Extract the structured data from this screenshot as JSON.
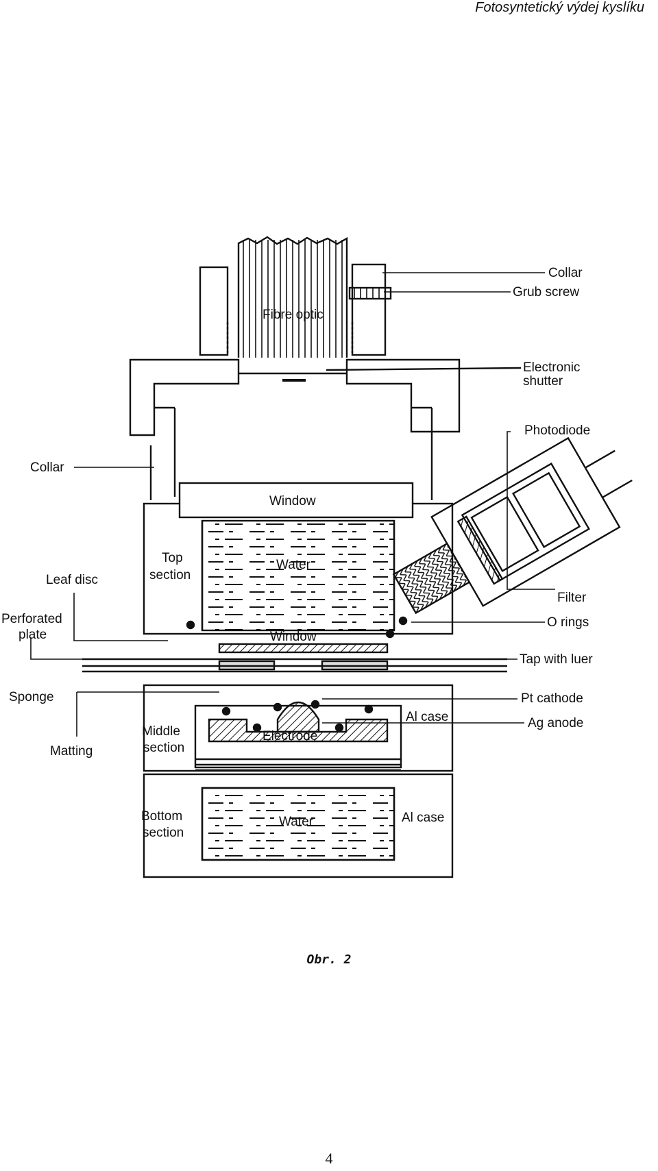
{
  "page": {
    "header": "Fotosyntetický výdej kyslíku",
    "caption": "Obr. 2",
    "page_number": "4"
  },
  "diagram": {
    "labels": {
      "collar_top": "Collar",
      "grub_screw": "Grub screw",
      "fibre_optic": "Fibre optic",
      "electronic": "Electronic",
      "shutter": "shutter",
      "photodiode": "Photodiode",
      "collar_left": "Collar",
      "window_top": "Window",
      "top": "Top",
      "section_top": "section",
      "water_top": "Water",
      "leaf_disc": "Leaf disc",
      "perforated": "Perforated",
      "plate": "plate",
      "window_mid": "Window",
      "filter": "Filter",
      "o_rings": "O rings",
      "tap_with_luer": "Tap with luer",
      "sponge": "Sponge",
      "pt_cathode": "Pt cathode",
      "al_case_mid": "Al case",
      "ag_anode": "Ag anode",
      "electrode": "Electrode",
      "middle": "Middle",
      "section_mid": "section",
      "matting": "Matting",
      "bottom": "Bottom",
      "section_bottom": "section",
      "water_bottom": "Water",
      "al_case_bottom": "Al case"
    }
  }
}
